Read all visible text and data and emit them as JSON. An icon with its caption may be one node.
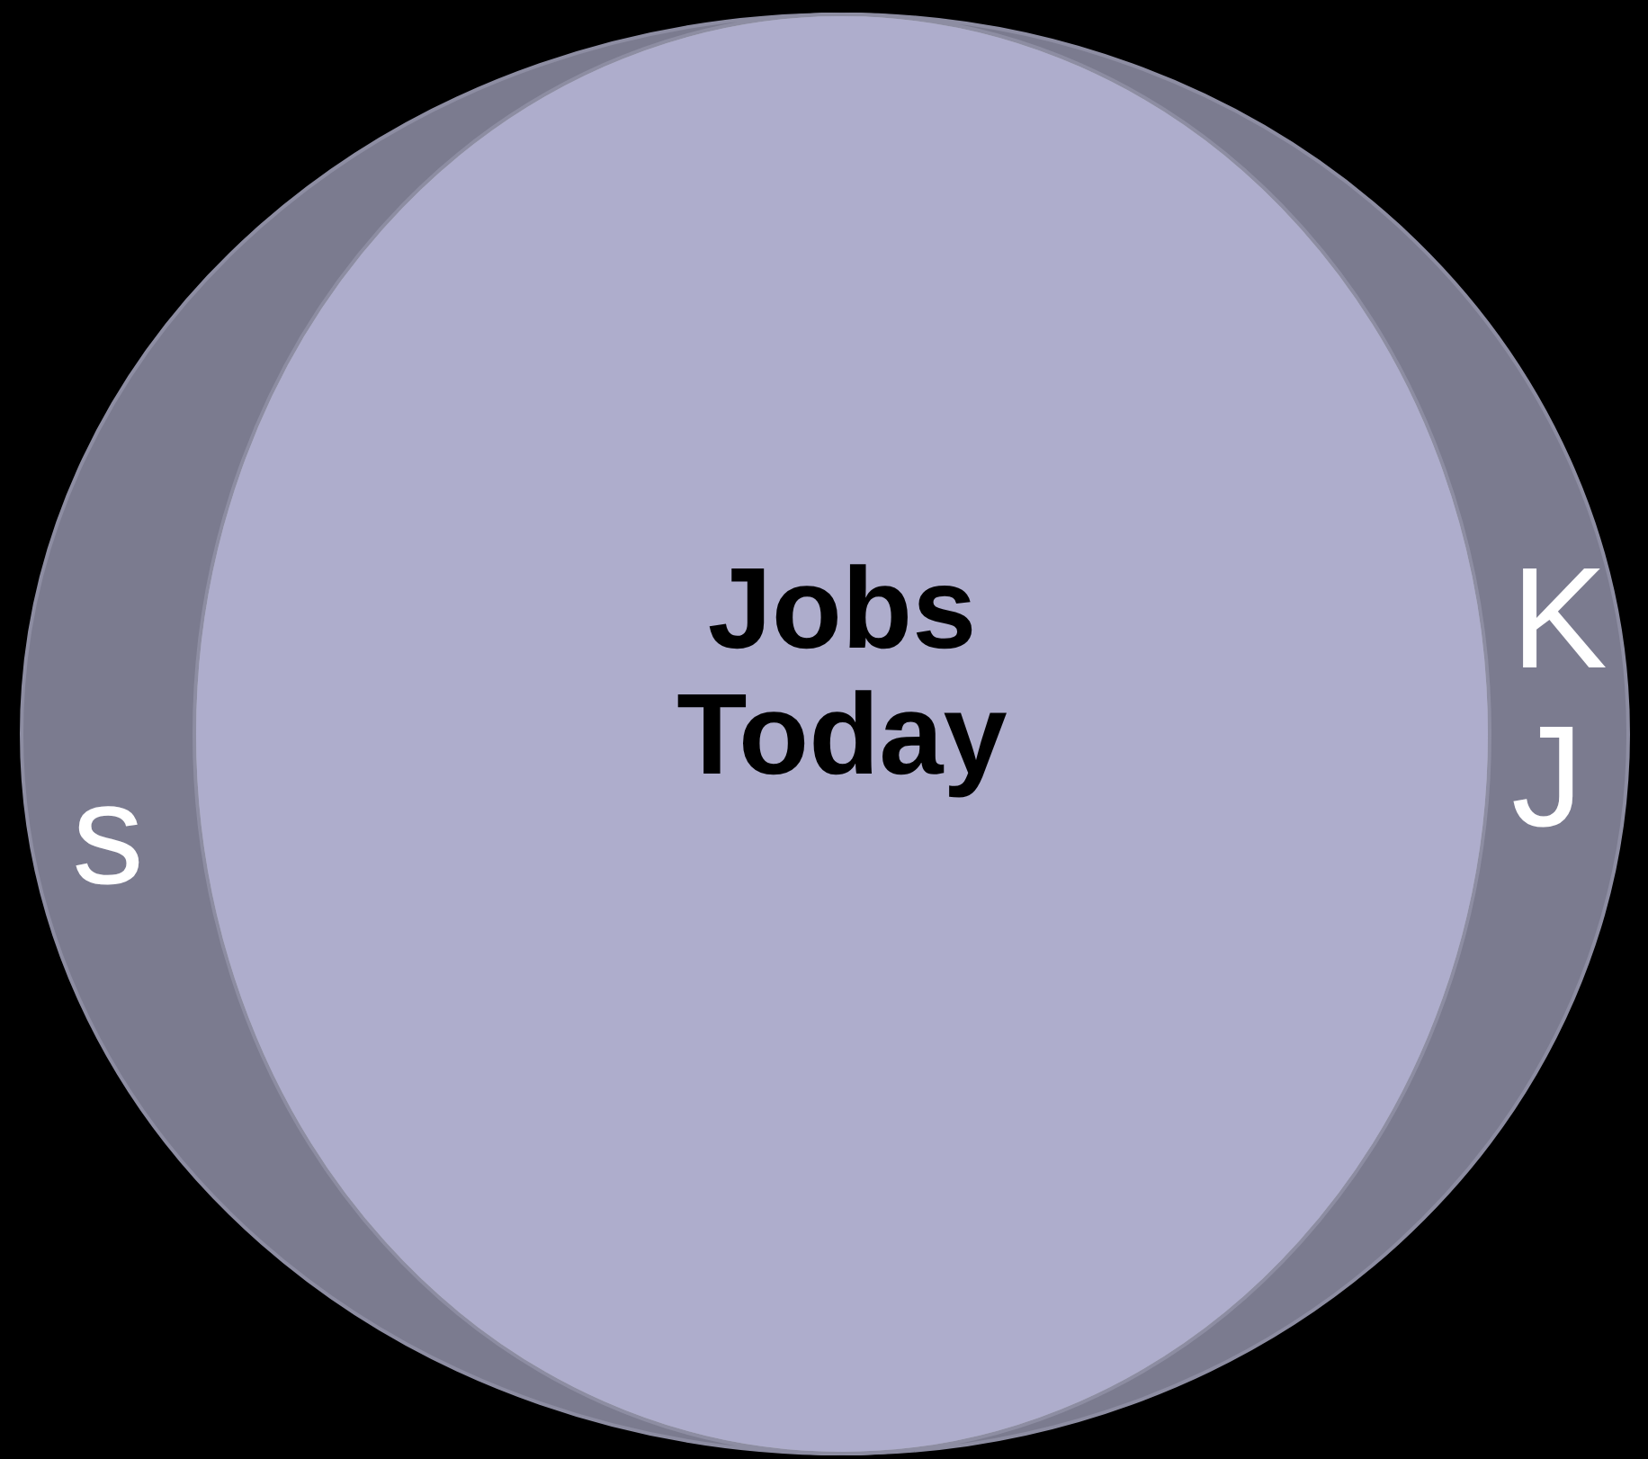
{
  "diagram": {
    "nodes": [
      {
        "text": [
          "s"
        ]
      },
      {
        "text": [
          "K J"
        ]
      },
      {
        "text": [
          "Jobs Today"
        ]
      }
    ]
  }
}
